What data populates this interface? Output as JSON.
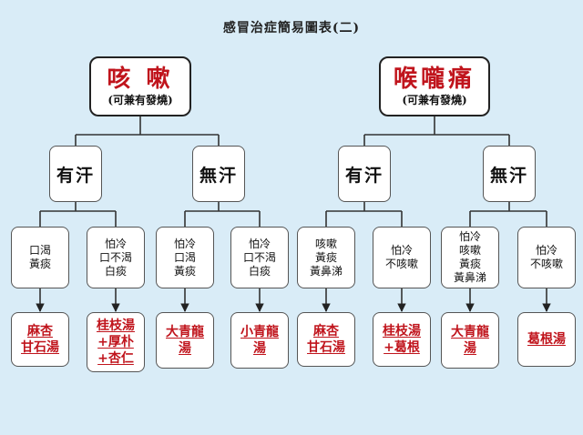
{
  "title": "感冒治症簡易圖表(二)",
  "trees": [
    {
      "root": {
        "name": "咳 嗽",
        "note": "(可兼有發燒)"
      },
      "branches": [
        {
          "label": "有汗",
          "leaves": [
            {
              "condition": [
                "口渴",
                "黃痰"
              ],
              "prescription": [
                "麻杏",
                "甘石湯"
              ]
            },
            {
              "condition": [
                "怕冷",
                "口不渴",
                "白痰"
              ],
              "prescription": [
                "桂枝湯",
                "+厚朴",
                "+杏仁"
              ]
            }
          ]
        },
        {
          "label": "無汗",
          "leaves": [
            {
              "condition": [
                "怕冷",
                "口渴",
                "黃痰"
              ],
              "prescription": [
                "大青龍",
                "湯"
              ]
            },
            {
              "condition": [
                "怕冷",
                "口不渴",
                "白痰"
              ],
              "prescription": [
                "小青龍",
                "湯"
              ]
            }
          ]
        }
      ]
    },
    {
      "root": {
        "name": "喉嚨痛",
        "note": "(可兼有發燒)"
      },
      "branches": [
        {
          "label": "有汗",
          "leaves": [
            {
              "condition": [
                "咳嗽",
                "黃痰",
                "黃鼻涕"
              ],
              "prescription": [
                "麻杏",
                "甘石湯"
              ]
            },
            {
              "condition": [
                "怕冷",
                "不咳嗽"
              ],
              "prescription": [
                "桂枝湯",
                "+葛根"
              ]
            }
          ]
        },
        {
          "label": "無汗",
          "leaves": [
            {
              "condition": [
                "怕冷",
                "咳嗽",
                "黃痰",
                "黃鼻涕"
              ],
              "prescription": [
                "大青龍",
                "湯"
              ]
            },
            {
              "condition": [
                "怕冷",
                "不咳嗽"
              ],
              "prescription": [
                "葛根湯"
              ]
            }
          ]
        }
      ]
    }
  ],
  "colors": {
    "background": "#d9ecf7",
    "prescription_text": "#c0141c",
    "root_text": "#c0141c"
  }
}
